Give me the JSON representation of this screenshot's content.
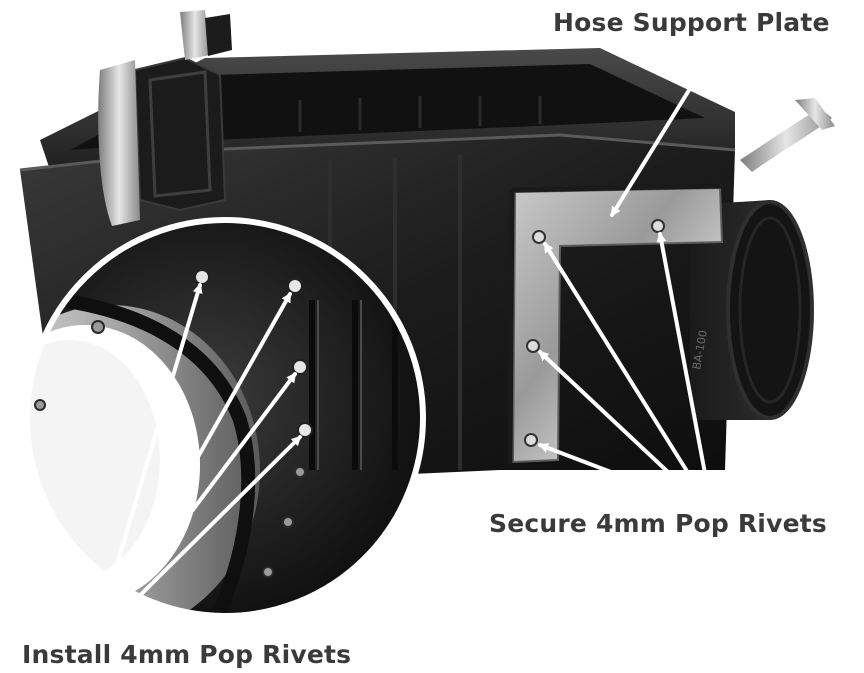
{
  "image": {
    "subject": "air-box-with-hose-support-plate",
    "background_color": "#ffffff",
    "callouts": {
      "hose_support_plate": "Hose Support Plate",
      "secure_rivets": "Secure 4mm Pop Rivets",
      "install_rivets": "Install 4mm Pop Rivets"
    },
    "part_marking": "BA-100"
  }
}
